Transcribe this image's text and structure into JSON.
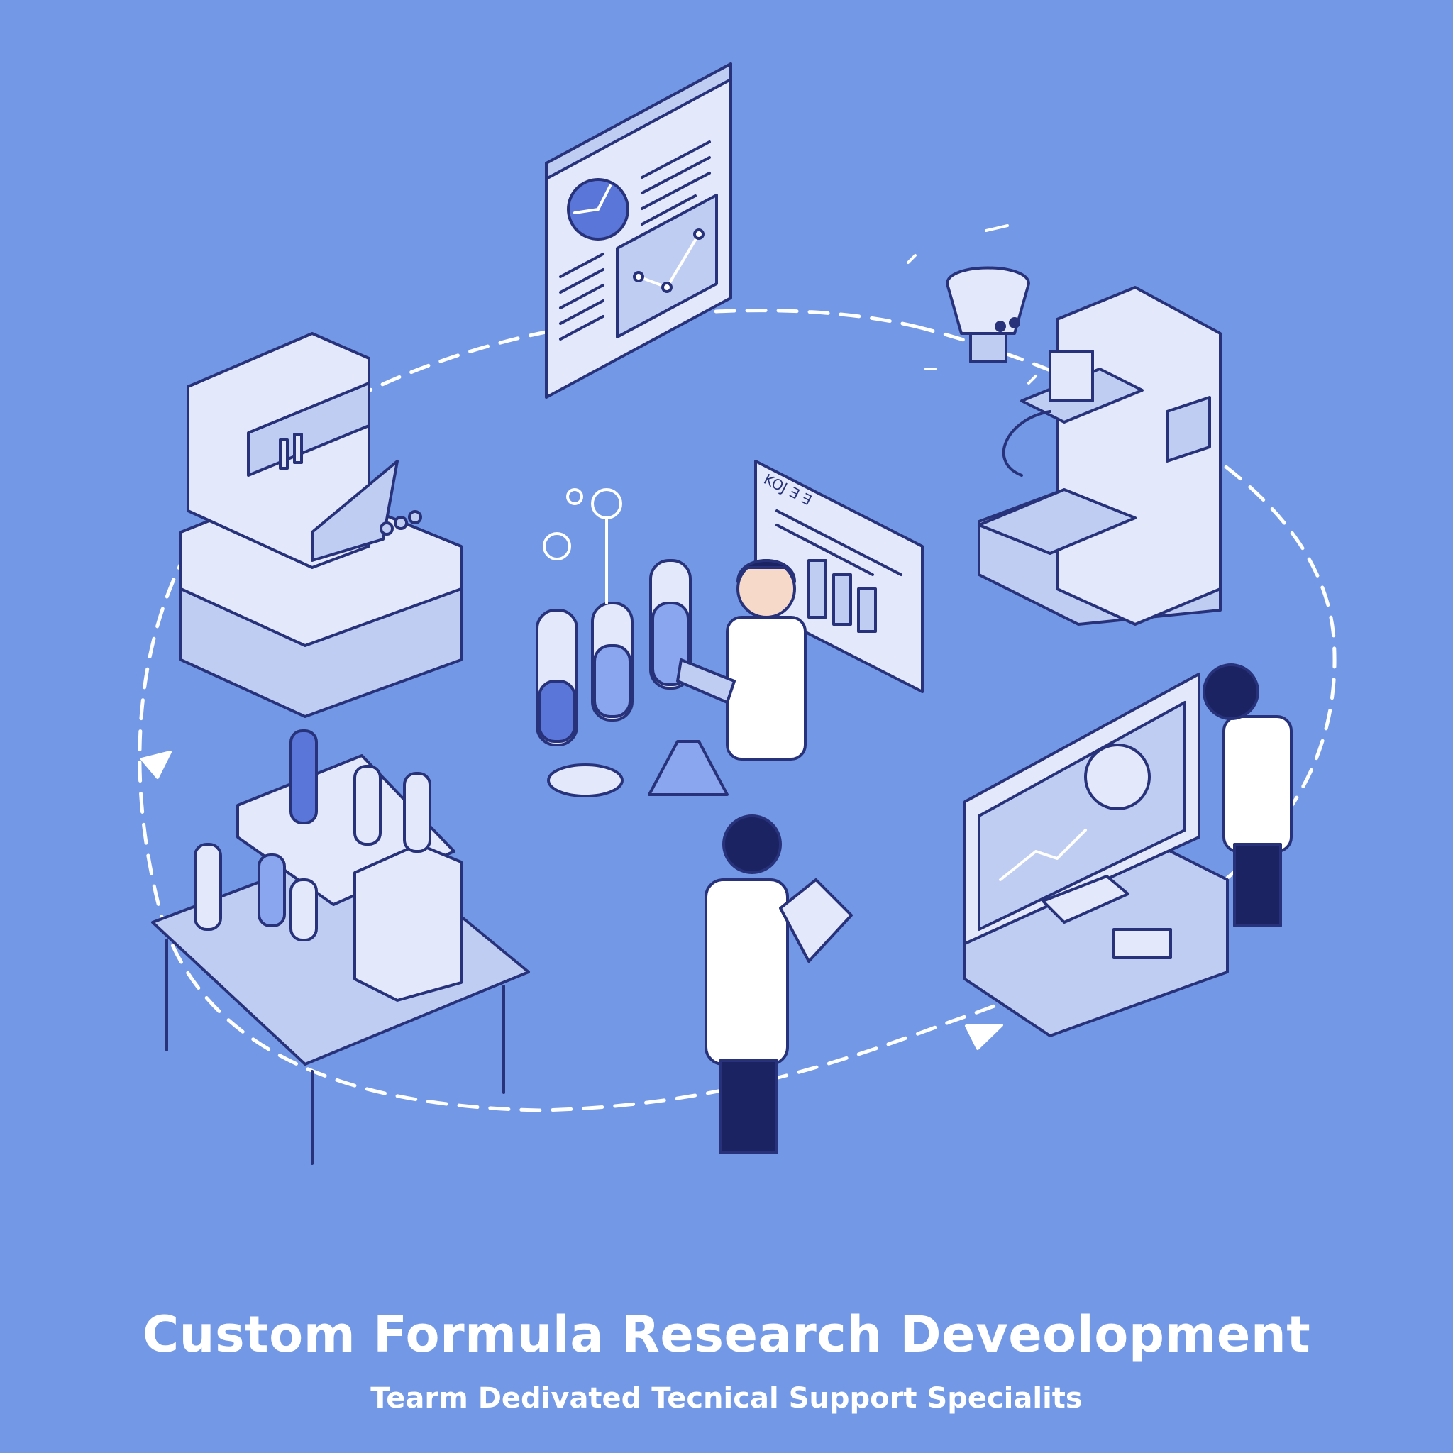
{
  "title": "Custom Formula Research Deveolopment",
  "subtitle": "Tearm Dedivated Tecnical Support Specialits",
  "colors": {
    "background": "#7399e6",
    "outline": "#27327a",
    "panel": "#e3e9fb",
    "panel_shade": "#bfcdf2",
    "accent": "#5a76d8",
    "coat": "#ffffff",
    "pants": "#1b2363"
  },
  "screen_labels": {
    "analytics_header": "KOJ ∃ ∃"
  }
}
